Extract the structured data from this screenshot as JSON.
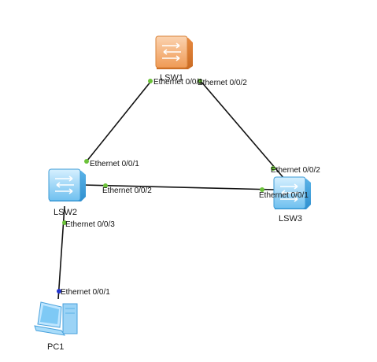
{
  "topology": {
    "devices": {
      "lsw1": {
        "name": "LSW1",
        "type": "switch",
        "icon": "switch-icon",
        "color": "#f0a060"
      },
      "lsw2": {
        "name": "LSW2",
        "type": "switch",
        "icon": "switch-icon",
        "color": "#7cc8f2"
      },
      "lsw3": {
        "name": "LSW3",
        "type": "switch",
        "icon": "switch-icon",
        "color": "#7cc8f2"
      },
      "pc1": {
        "name": "PC1",
        "type": "pc",
        "icon": "pc-icon",
        "color": "#6bb8f0"
      }
    },
    "links": [
      {
        "from": "LSW1",
        "to": "LSW2",
        "from_port": "Ethernet 0/0/1",
        "to_port": "Ethernet 0/0/1"
      },
      {
        "from": "LSW1",
        "to": "LSW3",
        "from_port": "Ethernet 0/0/2",
        "to_port": "Ethernet 0/0/2"
      },
      {
        "from": "LSW2",
        "to": "LSW3",
        "from_port": "Ethernet 0/0/2",
        "to_port": "Ethernet 0/0/1"
      },
      {
        "from": "LSW2",
        "to": "PC1",
        "from_port": "Ethernet 0/0/3",
        "to_port": "Ethernet 0/0/1"
      }
    ],
    "colors": {
      "link": "#111111",
      "port_up": "#6cc23a",
      "port_pc": "#2233cc"
    }
  }
}
